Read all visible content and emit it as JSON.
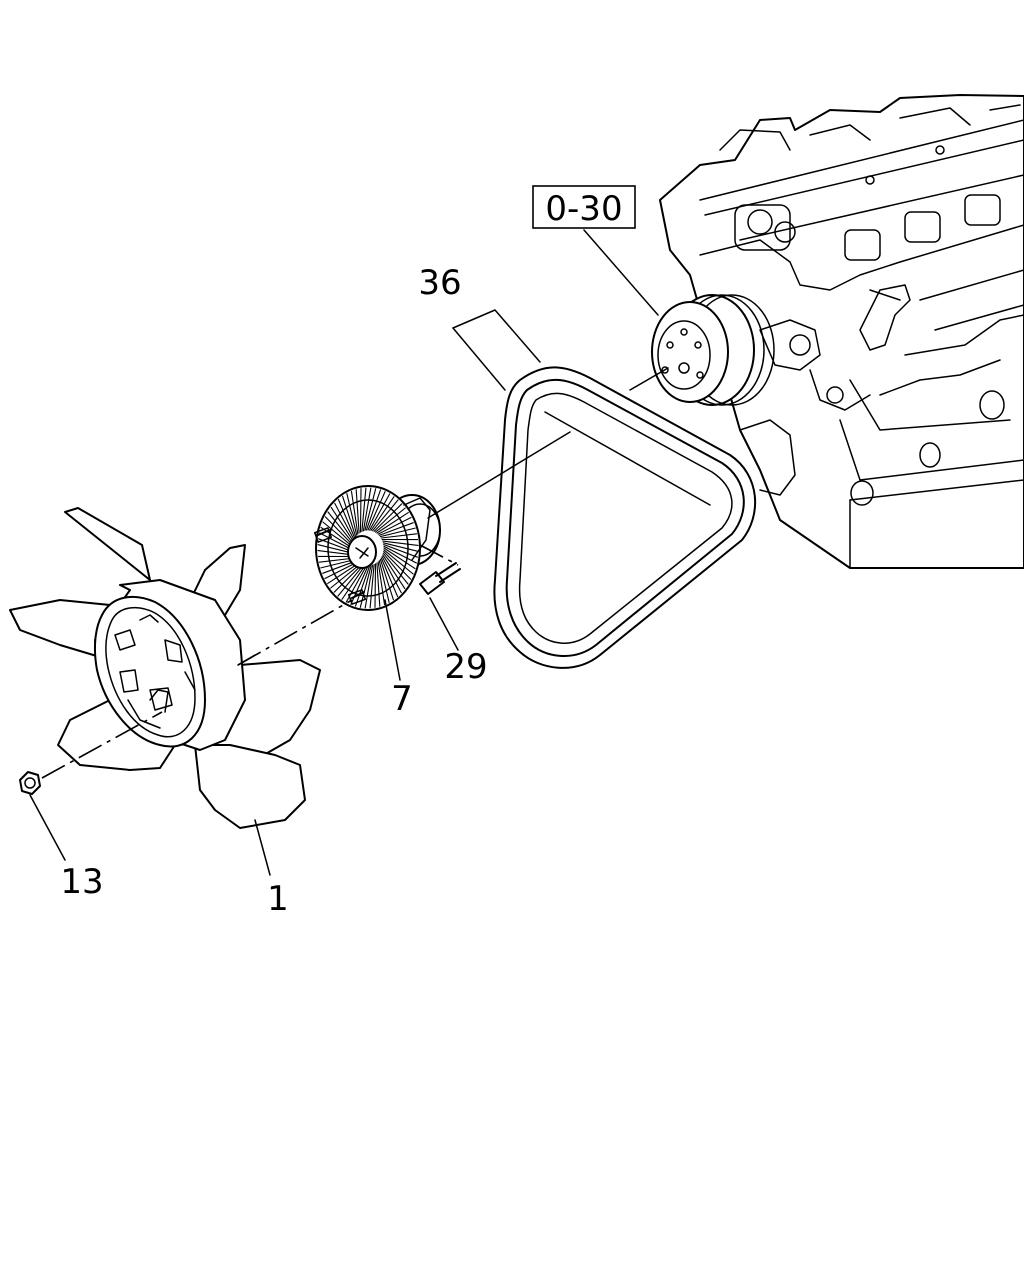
{
  "callouts": {
    "ref_box": "0-30",
    "belt": "36",
    "fan_clutch": "7",
    "bolt": "29",
    "fan": "1",
    "nut": "13"
  },
  "colors": {
    "line": "#000000",
    "background": "#ffffff"
  }
}
